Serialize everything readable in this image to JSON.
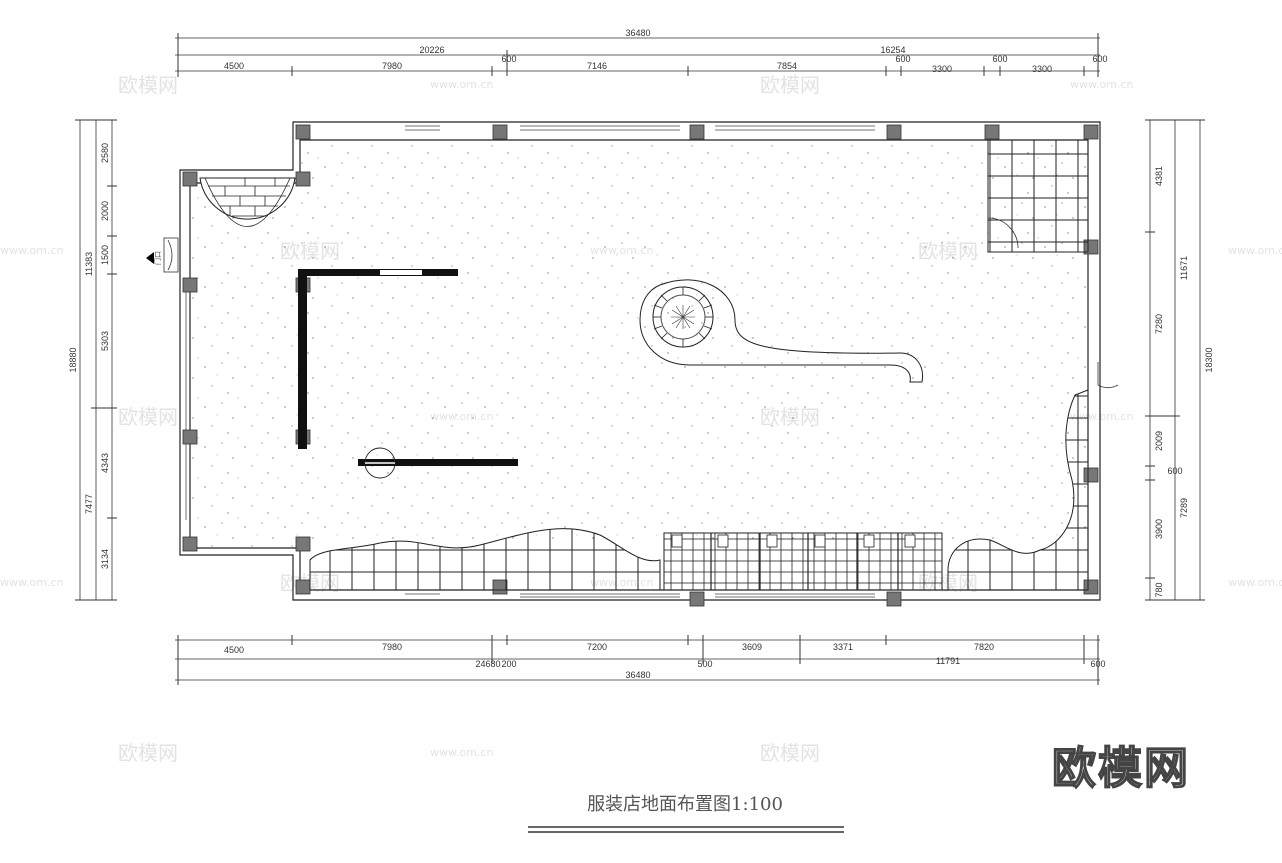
{
  "plan": {
    "title": "服装店地面布置图1:100",
    "logo": "欧模网",
    "door_label": "门口",
    "watermark": {
      "text": "欧模网",
      "url": "www.om.cn"
    },
    "dims_top_row1": [
      "36480"
    ],
    "dims_top_row2": [
      "20226",
      "16254"
    ],
    "dims_top_row3": [
      "4500",
      "7980",
      "600",
      "7146",
      "7854",
      "600",
      "3300",
      "600",
      "3300",
      "600"
    ],
    "dims_bottom_row1": [
      "4500",
      "7980",
      "200",
      "7200",
      "3609",
      "3371",
      "7820"
    ],
    "dims_bottom_row2": [
      "24680",
      "500",
      "11791",
      "600"
    ],
    "dims_bottom_row3": [
      "36480"
    ],
    "dims_left_inner": [
      "2580",
      "2000",
      "1500",
      "5303",
      "4343",
      "3134"
    ],
    "dims_left_mid": [
      "11383",
      "7477"
    ],
    "dims_left_outer": [
      "18880"
    ],
    "dims_right_inner": [
      "4381",
      "7280",
      "2009",
      "600",
      "3900",
      "780"
    ],
    "dims_right_mid": [
      "11671",
      "7289"
    ],
    "dims_right_outer": [
      "18300"
    ]
  }
}
